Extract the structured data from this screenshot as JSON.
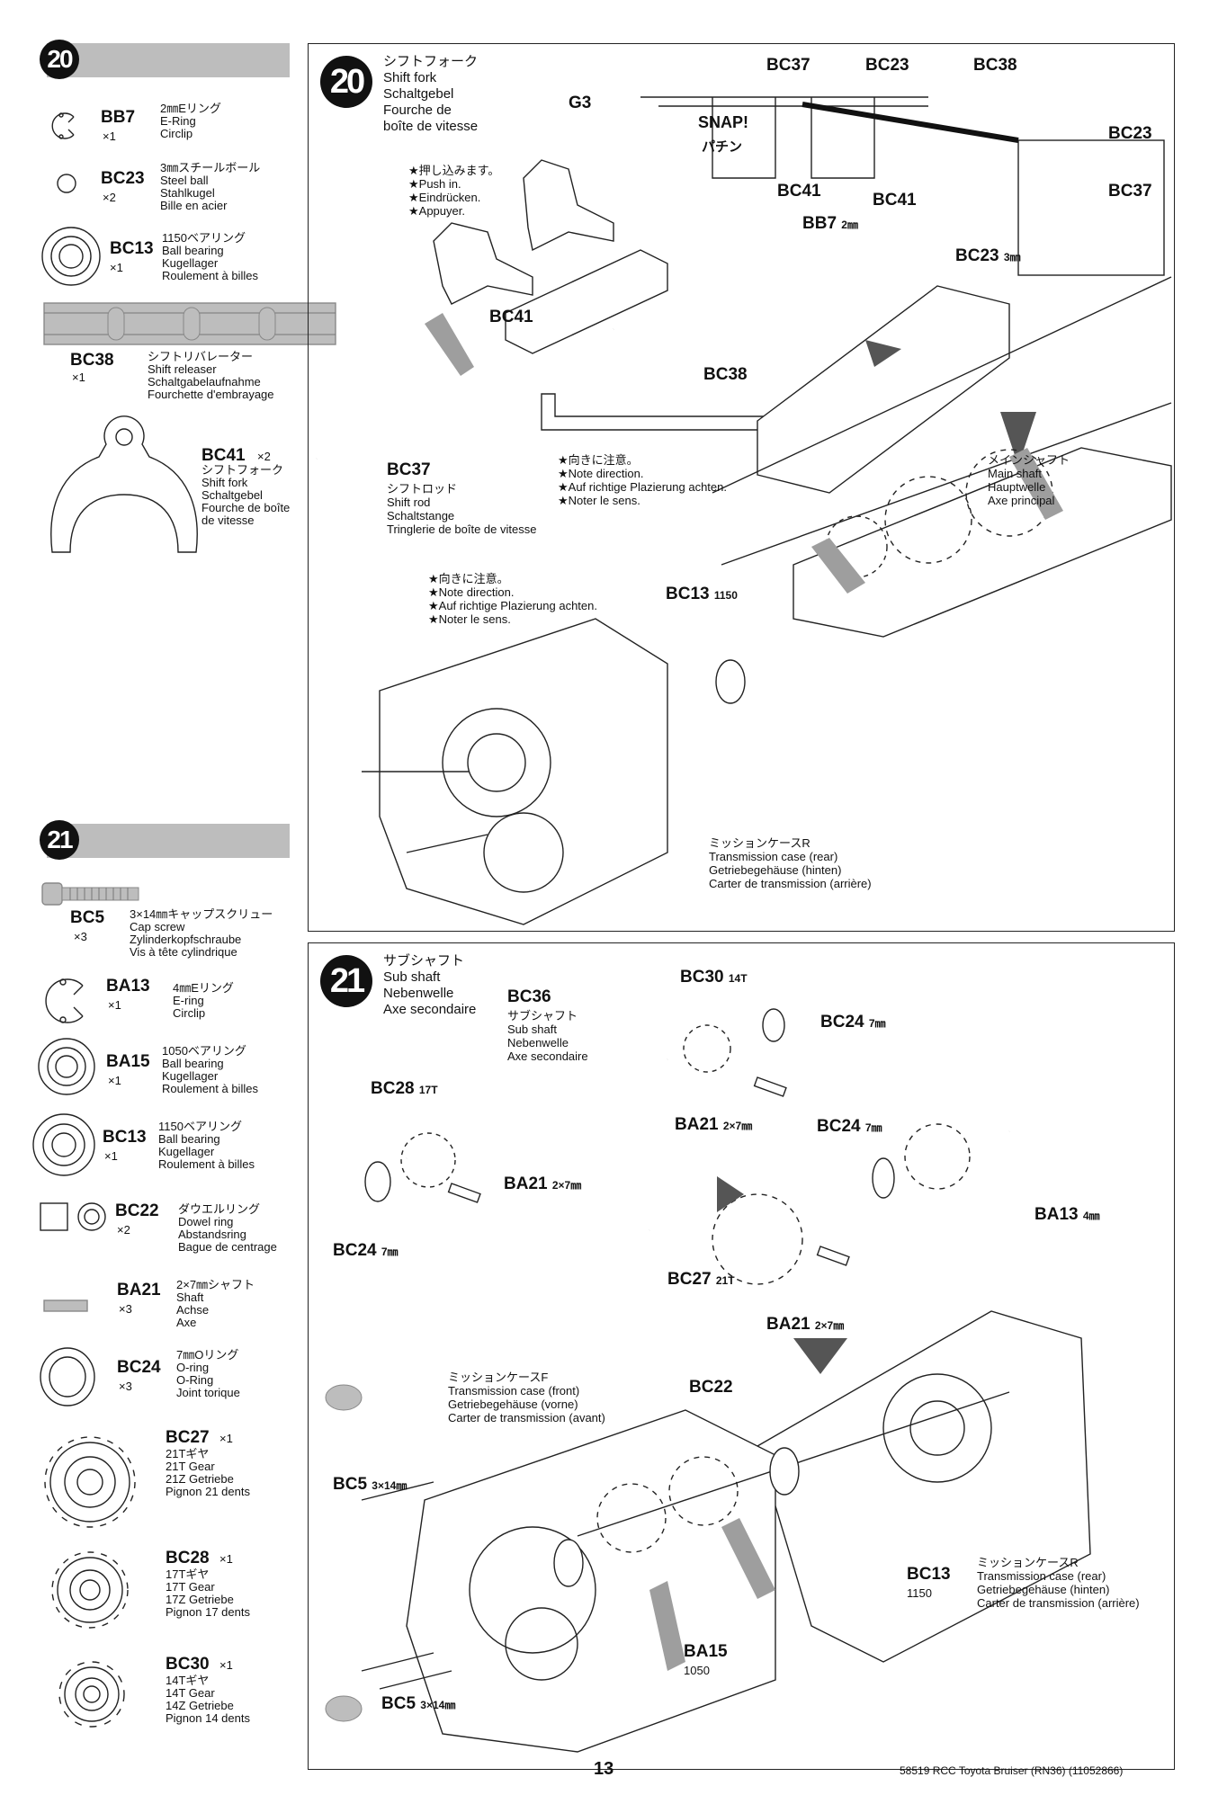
{
  "page": {
    "number": "13",
    "footer": "58519 RCC Toyota Bruiser (RN36) (11052866)"
  },
  "step20": {
    "number": "20",
    "parts": [
      {
        "code": "BB7",
        "qty": "×1",
        "desc": "2㎜Eリング\nE-Ring\nCirclip",
        "icon": "e-ring-icon"
      },
      {
        "code": "BC23",
        "qty": "×2",
        "desc": "3㎜スチールボール\nSteel ball\nStahlkugel\nBille en acier",
        "icon": "steel-ball-icon"
      },
      {
        "code": "BC13",
        "qty": "×1",
        "desc": "1150ベアリング\nBall bearing\nKugellager\nRoulement à billes",
        "icon": "bearing-icon"
      },
      {
        "code": "BC38",
        "qty": "×1",
        "desc": "シフトリバレーター\nShift releaser\nSchaltgabelaufnahme\nFourchette d'embrayage",
        "icon": "shift-releaser-icon"
      },
      {
        "code": "BC41",
        "qty": "×2",
        "desc": "シフトフォーク\nShift fork\nSchaltgebel\nFourche de boîte\nde vitesse",
        "icon": "shift-fork-icon"
      }
    ],
    "title": "シフトフォーク\nShift fork\nSchaltgebel\nFourche de\nboîte de vitesse",
    "push_note": "★押し込みます。\n★Push in.\n★Eindrücken.\n★Appuyer.",
    "snap": "SNAP!",
    "snap_jp": "パチン",
    "dir_note": "★向きに注意。\n★Note direction.\n★Auf richtige Plazierung achten.\n★Noter le sens.",
    "shift_rod": "シフトロッド\nShift rod\nSchaltstange\nTringlerie de boîte de vitesse",
    "main_shaft": "メインシャフト\nMain shaft\nHauptwelle\nAxe principal",
    "case_r": "ミッションケースR\nTransmission case (rear)\nGetriebegehäuse (hinten)\nCarter de transmission (arrière)",
    "labels": {
      "g3": "G3",
      "bc37": "BC37",
      "bc23": "BC23",
      "bc38": "BC38",
      "bc41": "BC41",
      "bb7": "BB7",
      "bb7_size": "2㎜",
      "bc23_3mm": "3㎜",
      "bc13": "BC13",
      "bc13_size": "1150"
    }
  },
  "step21": {
    "number": "21",
    "parts": [
      {
        "code": "BC5",
        "qty": "×3",
        "desc": "3×14㎜キャップスクリュー\nCap screw\nZylinderkopfschraube\nVis à tête cylindrique",
        "icon": "cap-screw-icon"
      },
      {
        "code": "BA13",
        "qty": "×1",
        "desc": "4㎜Eリング\nE-ring\nCirclip",
        "icon": "e-ring-icon"
      },
      {
        "code": "BA15",
        "qty": "×1",
        "desc": "1050ベアリング\nBall bearing\nKugellager\nRoulement à billes",
        "icon": "bearing-icon"
      },
      {
        "code": "BC13",
        "qty": "×1",
        "desc": "1150ベアリング\nBall bearing\nKugellager\nRoulement à billes",
        "icon": "bearing-icon"
      },
      {
        "code": "BC22",
        "qty": "×2",
        "desc": "ダウエルリング\nDowel ring\nAbstandsring\nBague de centrage",
        "icon": "dowel-ring-icon"
      },
      {
        "code": "BA21",
        "qty": "×3",
        "desc": "2×7㎜シャフト\nShaft\nAchse\nAxe",
        "icon": "shaft-icon"
      },
      {
        "code": "BC24",
        "qty": "×3",
        "desc": "7㎜Oリング\nO-ring\nO-Ring\nJoint torique",
        "icon": "o-ring-icon"
      },
      {
        "code": "BC27",
        "qty": "×1",
        "desc": "21Tギヤ\n21T Gear\n21Z Getriebe\nPignon 21 dents",
        "icon": "gear-icon"
      },
      {
        "code": "BC28",
        "qty": "×1",
        "desc": "17Tギヤ\n17T Gear\n17Z Getriebe\nPignon 17 dents",
        "icon": "gear-icon"
      },
      {
        "code": "BC30",
        "qty": "×1",
        "desc": "14Tギヤ\n14T Gear\n14Z Getriebe\nPignon 14 dents",
        "icon": "gear-icon"
      }
    ],
    "title": "サブシャフト\nSub shaft\nNebenwelle\nAxe secondaire",
    "bc36": "サブシャフト\nSub shaft\nNebenwelle\nAxe secondaire",
    "case_f": "ミッションケースF\nTransmission case (front)\nGetriebegehäuse (vorne)\nCarter de transmission (avant)",
    "case_r": "ミッションケースR\nTransmission case (rear)\nGetriebegehäuse (hinten)\nCarter de transmission (arrière)",
    "labels": {
      "bc30": "BC30",
      "t14": "14T",
      "bc36": "BC36",
      "bc24": "BC24",
      "mm7": "7㎜",
      "bc28": "BC28",
      "t17": "17T",
      "ba21": "BA21",
      "s27": "2×7㎜",
      "ba13": "BA13",
      "mm4": "4㎜",
      "bc27": "BC27",
      "t21": "21T",
      "bc22": "BC22",
      "bc5": "BC5",
      "s314": "3×14㎜",
      "bc13": "BC13",
      "n1150": "1150",
      "ba15": "BA15",
      "n1050": "1050"
    }
  },
  "colors": {
    "header_bar": "#bdbdbd",
    "ink": "#111111",
    "grease": "#9e9e9e"
  }
}
